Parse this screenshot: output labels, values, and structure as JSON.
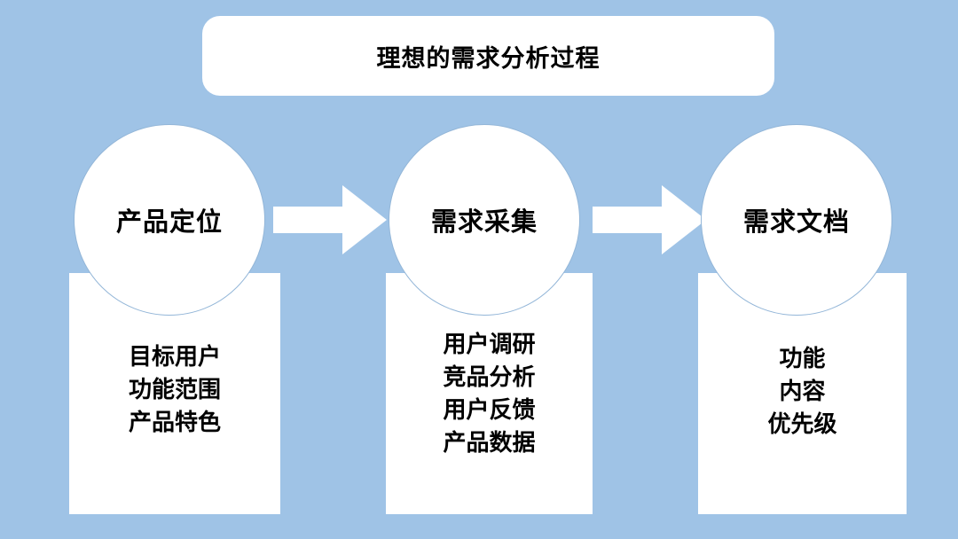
{
  "header": {
    "title": "理想的需求分析过程"
  },
  "theme": {
    "background_color": "#9FC3E6",
    "shape_fill": "#FFFFFF",
    "circle_outline": "#93B6D8",
    "text_color": "#000000"
  },
  "flow": {
    "stages": [
      {
        "id": "stage-1",
        "circle_label": "产品定位",
        "details": [
          "目标用户",
          "功能范围",
          "产品特色"
        ],
        "details_text": "目标用户\n功能范围\n产品特色"
      },
      {
        "id": "stage-2",
        "circle_label": "需求采集",
        "details": [
          "用户调研",
          "竞品分析",
          "用户反馈",
          "产品数据"
        ],
        "details_text": "用户调研\n竞品分析\n用户反馈\n产品数据"
      },
      {
        "id": "stage-3",
        "circle_label": "需求文档",
        "details": [
          "功能",
          "内容",
          "优先级"
        ],
        "details_text": "功能\n内容\n优先级"
      }
    ],
    "connectors": [
      {
        "id": "arrow-1",
        "icon": "right-arrow-icon",
        "from": "stage-1",
        "to": "stage-2"
      },
      {
        "id": "arrow-2",
        "icon": "right-arrow-icon",
        "from": "stage-2",
        "to": "stage-3"
      }
    ]
  }
}
